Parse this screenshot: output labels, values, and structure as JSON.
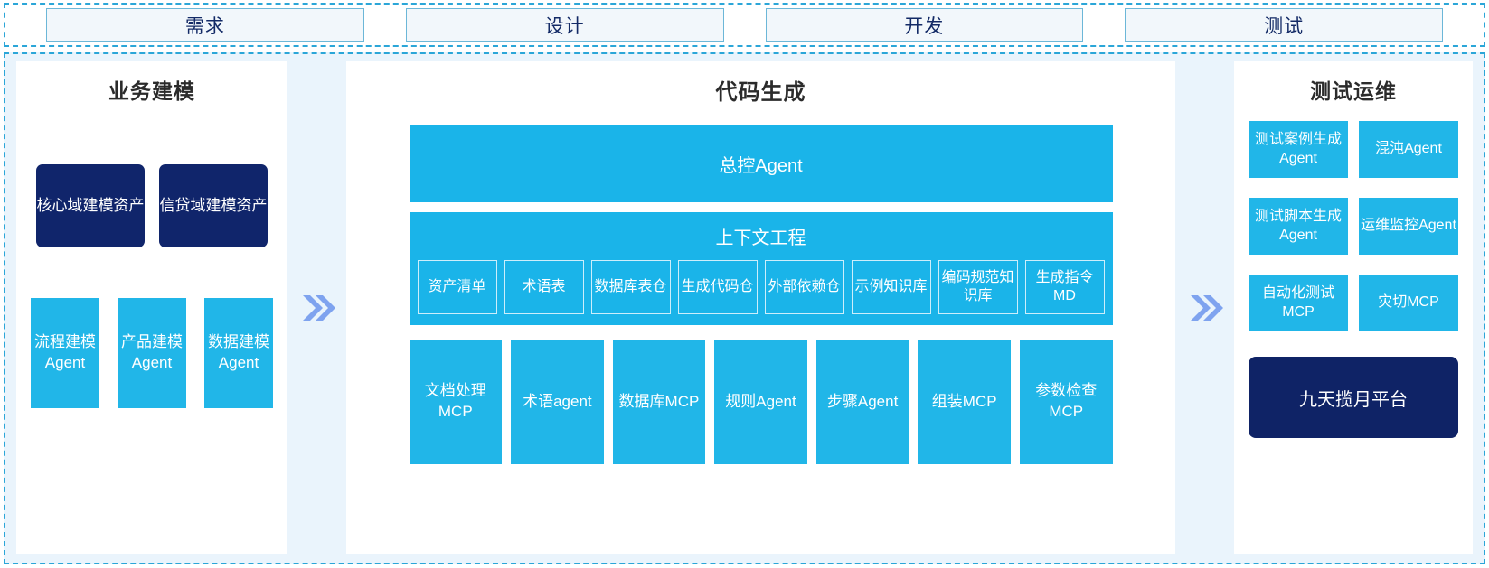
{
  "phases": {
    "items": [
      {
        "label": "需求"
      },
      {
        "label": "设计"
      },
      {
        "label": "开发"
      },
      {
        "label": "测试"
      }
    ]
  },
  "colors": {
    "cyan": "#21b6e8",
    "cyan_bar": "#1ab4e9",
    "navy": "#10256b",
    "navy_platform": "#0f2366",
    "panel_bg": "#eaf4fc",
    "panel_white": "#ffffff",
    "dashed_border": "#2ba6d8",
    "chevron": "#7fa3ef",
    "tab_fill": "#f2f7fb",
    "tab_border": "#6cb7d8",
    "tab_text": "#132a66",
    "title_text": "#2b2b2b"
  },
  "left_panel": {
    "title": "业务建模",
    "assets": [
      {
        "label": "核心域建模资产"
      },
      {
        "label": "信贷域建模资产"
      }
    ],
    "agents": [
      {
        "label": "流程建模Agent"
      },
      {
        "label": "产品建模Agent"
      },
      {
        "label": "数据建模Agent"
      }
    ]
  },
  "center_panel": {
    "title": "代码生成",
    "control_agent": "总控Agent",
    "context": {
      "title": "上下文工程",
      "items": [
        {
          "label": "资产清单"
        },
        {
          "label": "术语表"
        },
        {
          "label": "数据库表仓"
        },
        {
          "label": "生成代码仓"
        },
        {
          "label": "外部依赖仓"
        },
        {
          "label": "示例知识库"
        },
        {
          "label": "编码规范知识库"
        },
        {
          "label": "生成指令MD"
        }
      ]
    },
    "tools": [
      {
        "label": "文档处理MCP"
      },
      {
        "label": "术语agent"
      },
      {
        "label": "数据库MCP"
      },
      {
        "label": "规则Agent"
      },
      {
        "label": "步骤Agent"
      },
      {
        "label": "组装MCP"
      },
      {
        "label": "参数检查MCP"
      }
    ]
  },
  "right_panel": {
    "title": "测试运维",
    "cells": [
      {
        "label": "测试案例生成Agent"
      },
      {
        "label": "混沌Agent"
      },
      {
        "label": "测试脚本生成Agent"
      },
      {
        "label": "运维监控Agent"
      },
      {
        "label": "自动化测试MCP"
      },
      {
        "label": "灾切MCP"
      }
    ],
    "platform": "九天揽月平台"
  },
  "separators": {
    "left_arrow_icon": "double-chevron-right-icon",
    "right_arrow_icon": "double-chevron-right-icon"
  }
}
